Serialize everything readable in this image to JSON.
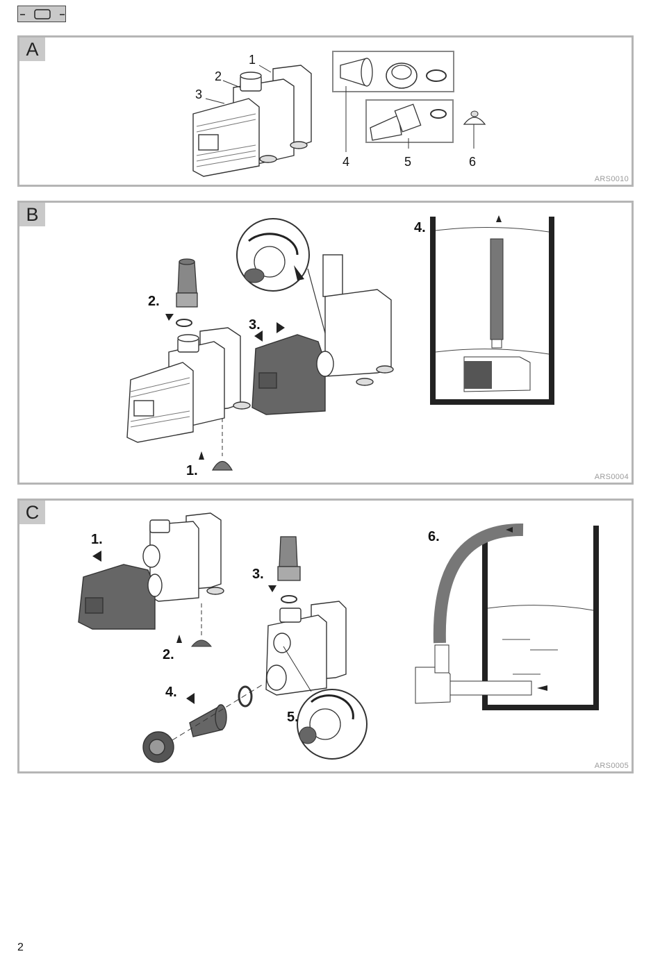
{
  "page": {
    "number": "2"
  },
  "panels": [
    {
      "letter": "A",
      "code": "ARS0010",
      "labels": [
        "1",
        "2",
        "3",
        "4",
        "5",
        "6"
      ]
    },
    {
      "letter": "B",
      "code": "ARS0004",
      "steps": [
        "1.",
        "2.",
        "3.",
        "4."
      ]
    },
    {
      "letter": "C",
      "code": "ARS0005",
      "steps": [
        "1.",
        "2.",
        "3.",
        "4.",
        "5.",
        "6."
      ]
    }
  ]
}
